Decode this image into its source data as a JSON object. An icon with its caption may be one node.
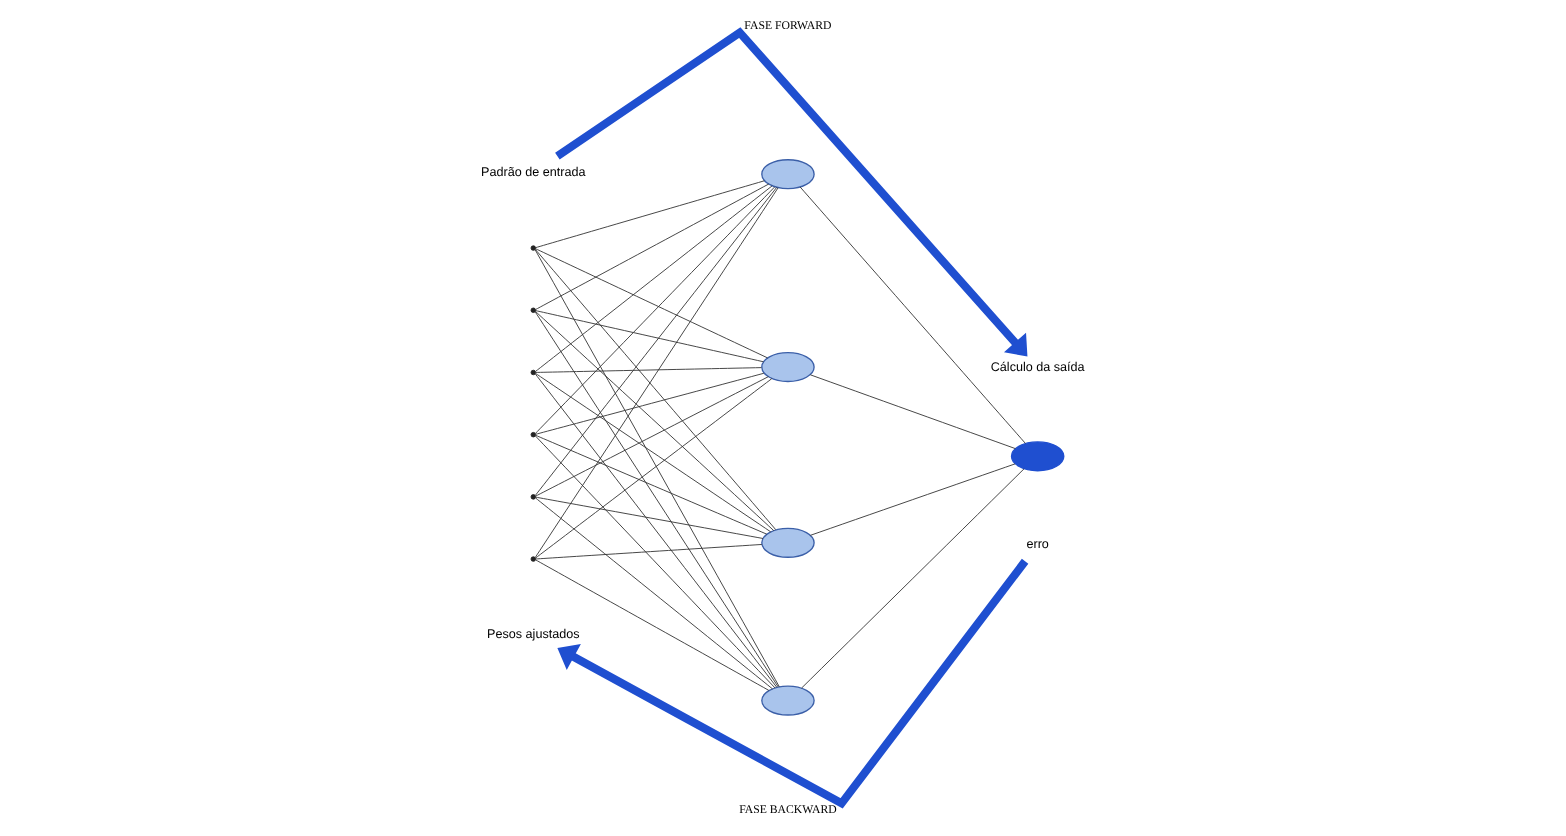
{
  "diagram": {
    "nodes": [
      {
        "text": [
          "Padrão de entrada"
        ]
      },
      {
        "text": [
          "Cálculo da saída"
        ]
      },
      {
        "text": [],
        "shape": "point"
      },
      {
        "text": [],
        "shape": "point"
      },
      {
        "text": [],
        "shape": "point"
      },
      {
        "text": [],
        "shape": "point"
      },
      {
        "text": [],
        "shape": "point"
      },
      {
        "text": [],
        "shape": "point"
      },
      {
        "text": [],
        "shape": "ellipse"
      },
      {
        "text": [],
        "shape": "ellipse"
      },
      {
        "text": [],
        "shape": "ellipse"
      },
      {
        "text": [],
        "shape": "ellipse"
      },
      {
        "text": [],
        "shape": "ellipse"
      },
      {
        "text": [
          "Pesos ajustados"
        ]
      },
      {
        "text": [
          "erro"
        ]
      }
    ],
    "edges": [
      {
        "from": 0,
        "to": 1,
        "arrow": "to",
        "label": "FASE FORWARD",
        "style": "thick",
        "color": "#1f4fd0"
      },
      {
        "from": 2,
        "to": 8,
        "arrow": "none"
      },
      {
        "from": 2,
        "to": 9,
        "arrow": "none"
      },
      {
        "from": 2,
        "to": 10,
        "arrow": "none"
      },
      {
        "from": 2,
        "to": 11,
        "arrow": "none"
      },
      {
        "from": 3,
        "to": 8,
        "arrow": "none"
      },
      {
        "from": 3,
        "to": 9,
        "arrow": "none"
      },
      {
        "from": 3,
        "to": 10,
        "arrow": "none"
      },
      {
        "from": 3,
        "to": 11,
        "arrow": "none"
      },
      {
        "from": 4,
        "to": 8,
        "arrow": "none"
      },
      {
        "from": 4,
        "to": 9,
        "arrow": "none"
      },
      {
        "from": 4,
        "to": 10,
        "arrow": "none"
      },
      {
        "from": 4,
        "to": 11,
        "arrow": "none"
      },
      {
        "from": 5,
        "to": 8,
        "arrow": "none"
      },
      {
        "from": 5,
        "to": 9,
        "arrow": "none"
      },
      {
        "from": 5,
        "to": 10,
        "arrow": "none"
      },
      {
        "from": 5,
        "to": 11,
        "arrow": "none"
      },
      {
        "from": 6,
        "to": 8,
        "arrow": "none"
      },
      {
        "from": 6,
        "to": 9,
        "arrow": "none"
      },
      {
        "from": 6,
        "to": 10,
        "arrow": "none"
      },
      {
        "from": 6,
        "to": 11,
        "arrow": "none"
      },
      {
        "from": 7,
        "to": 8,
        "arrow": "none"
      },
      {
        "from": 7,
        "to": 9,
        "arrow": "none"
      },
      {
        "from": 7,
        "to": 10,
        "arrow": "none"
      },
      {
        "from": 7,
        "to": 11,
        "arrow": "none"
      },
      {
        "from": 8,
        "to": 12,
        "arrow": "none"
      },
      {
        "from": 9,
        "to": 12,
        "arrow": "none"
      },
      {
        "from": 10,
        "to": 12,
        "arrow": "none"
      },
      {
        "from": 11,
        "to": 12,
        "arrow": "none"
      },
      {
        "from": 14,
        "to": 13,
        "arrow": "to",
        "label": "FASE BACKWARD",
        "style": "thick",
        "color": "#1f4fd0"
      }
    ]
  }
}
